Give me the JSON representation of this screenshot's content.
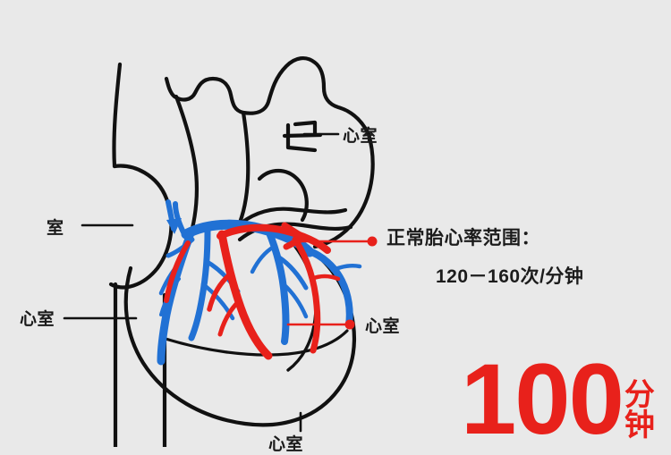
{
  "page": {
    "background_color": "#e9e9e9",
    "title": "Fetal heart rate anatomical illustration"
  },
  "colors": {
    "artery_red": "#e8211b",
    "vein_blue": "#2171d4",
    "outline_black": "#111111",
    "text_black": "#1c1c1c",
    "background": "#e9e9e9"
  },
  "labels": {
    "ventricle_top": "心室",
    "chamber_left": "室",
    "ventricle_left": "心室",
    "ventricle_right": "心室",
    "ventricle_bottom": "心室"
  },
  "callout": {
    "title": "正常胎心率范围：",
    "range": "120－160次/分钟"
  },
  "bpm": {
    "value": "100",
    "unit": "分钟"
  },
  "icons": {
    "flow_arrow": "blue-down-arrow-icon",
    "leader_dot": "leader-dot-icon"
  }
}
